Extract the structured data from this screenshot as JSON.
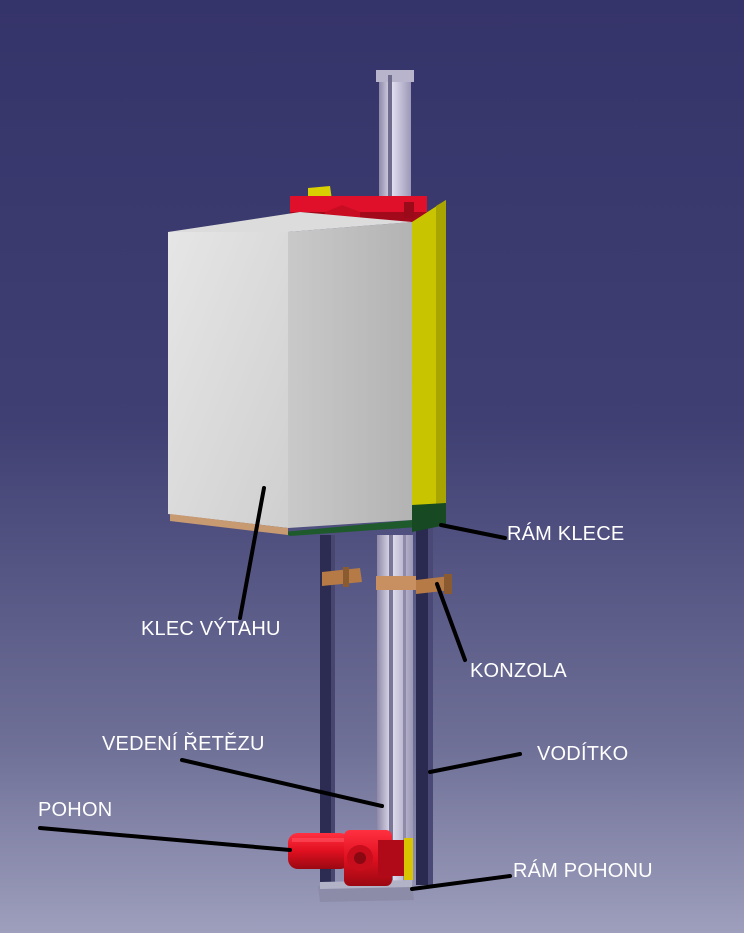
{
  "labels": {
    "cage_frame": "RÁM KLECE",
    "cage": "KLEC VÝTAHU",
    "bracket": "KONZOLA",
    "chain_guide": "VEDENÍ ŘETĚZU",
    "guide_rail": "VODÍTKO",
    "drive": "POHON",
    "drive_frame": "RÁM POHONU"
  },
  "colors": {
    "background_top": "#35346a",
    "background_bottom": "#9e9fbd",
    "cage": "#d2d2d2",
    "cage_frame_side": "#c8c400",
    "cage_frame_base": "#1f5a2c",
    "top_beam": "#e0102a",
    "motor": "#e01020",
    "bracket": "#b57a45",
    "column": "#c8c4d8",
    "leader_line": "#000000",
    "label_text": "#ffffff"
  }
}
